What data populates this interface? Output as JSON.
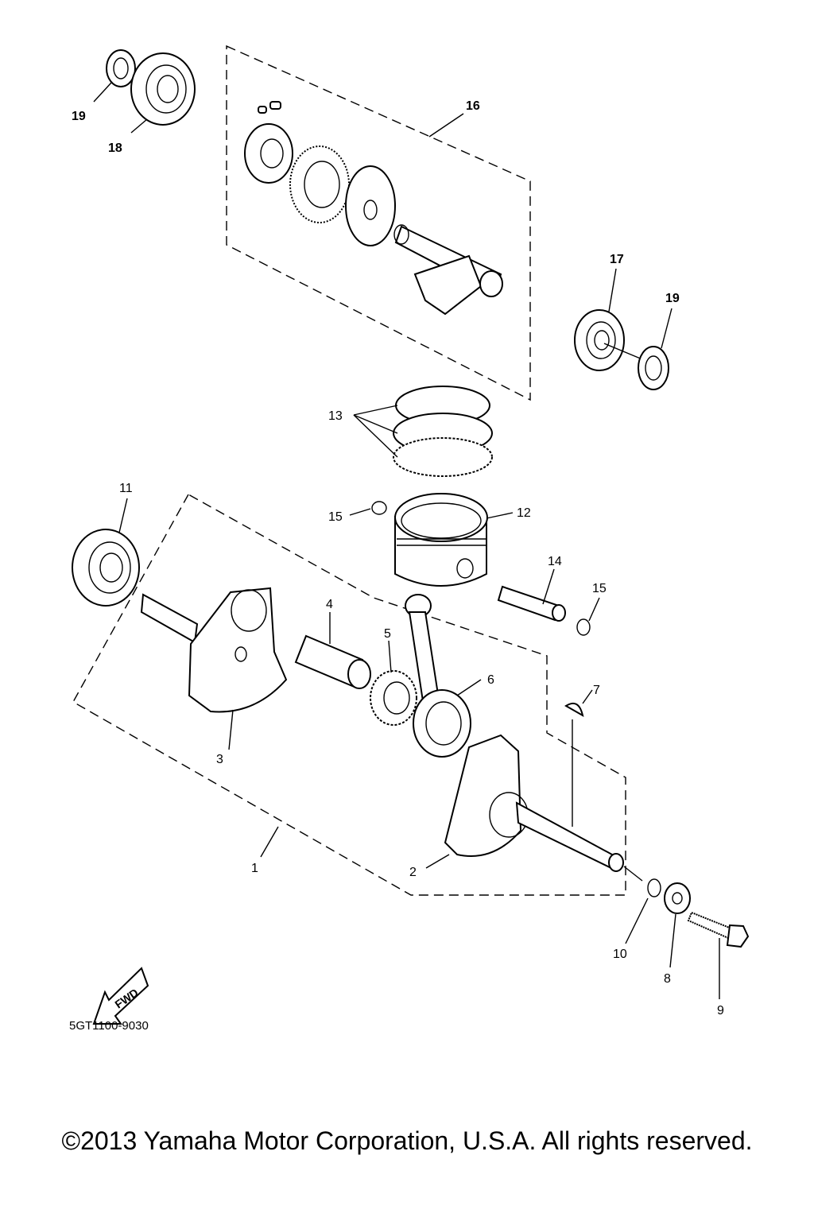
{
  "callouts": [
    {
      "label": "1"
    },
    {
      "label": "2"
    },
    {
      "label": "3"
    },
    {
      "label": "4"
    },
    {
      "label": "5"
    },
    {
      "label": "6"
    },
    {
      "label": "7"
    },
    {
      "label": "8"
    },
    {
      "label": "9"
    },
    {
      "label": "10"
    },
    {
      "label": "11"
    },
    {
      "label": "12"
    },
    {
      "label": "13"
    },
    {
      "label": "14"
    },
    {
      "label": "15"
    },
    {
      "label": "15"
    },
    {
      "label": "16"
    },
    {
      "label": "17"
    },
    {
      "label": "18"
    },
    {
      "label": "19"
    },
    {
      "label": "19"
    }
  ],
  "fwd_label": "FWD",
  "part_code": "5GT1100-9030",
  "copyright": "©2013 Yamaha Motor Corporation, U.S.A. All rights reserved."
}
